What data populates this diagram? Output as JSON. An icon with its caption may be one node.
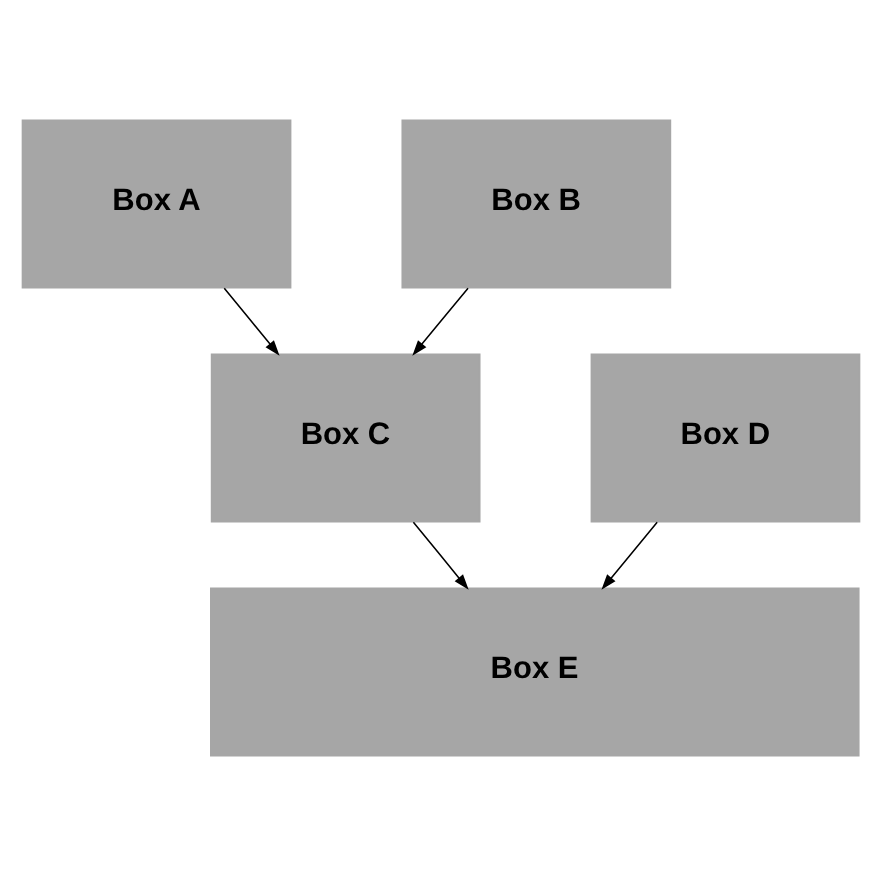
{
  "diagram": {
    "nodes": [
      {
        "text": [
          "Box A"
        ]
      },
      {
        "text": [
          "Box B"
        ]
      },
      {
        "text": [
          "Box C"
        ]
      },
      {
        "text": [
          "Box D"
        ]
      },
      {
        "text": [
          "Box E"
        ]
      }
    ],
    "edges": [
      {
        "from": 0,
        "to": 2,
        "arrow": "to"
      },
      {
        "from": 1,
        "to": 2,
        "arrow": "to"
      },
      {
        "from": 2,
        "to": 4,
        "arrow": "to"
      },
      {
        "from": 3,
        "to": 4,
        "arrow": "to"
      }
    ]
  }
}
